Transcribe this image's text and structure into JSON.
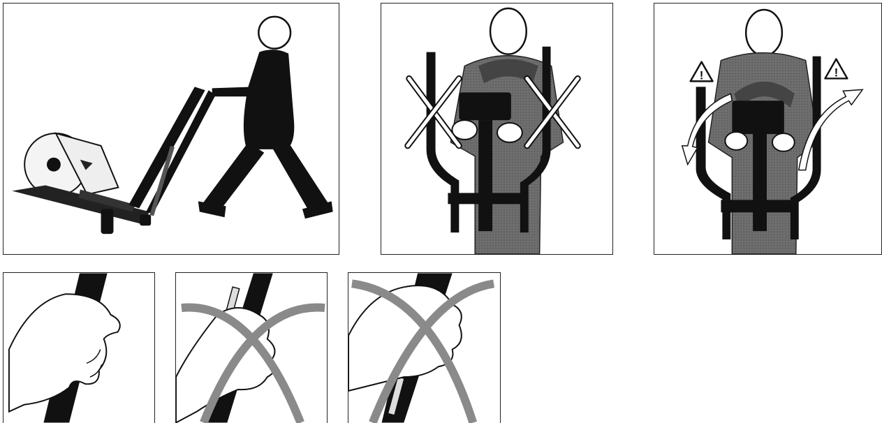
{
  "panels": [
    {
      "id": "transport",
      "icon": "person-rolling-elliptical-illustration"
    },
    {
      "id": "handlebar-wrong-grip",
      "icon": "crossed-out-grip-illustration"
    },
    {
      "id": "handlebar-moving-arms-warning",
      "icon": "moving-arms-warning-illustration"
    },
    {
      "id": "hand-grip-correct",
      "icon": "correct-hand-grip-illustration"
    },
    {
      "id": "hand-grip-wrong-1",
      "icon": "wrong-hand-grip-illustration"
    },
    {
      "id": "hand-grip-wrong-2",
      "icon": "wrong-hand-grip-illustration"
    }
  ],
  "warning_symbol": "!",
  "colors": {
    "ink": "#111111",
    "suit": "#6e6e6e",
    "cross": "#8a8a8a",
    "paper": "#ffffff"
  }
}
